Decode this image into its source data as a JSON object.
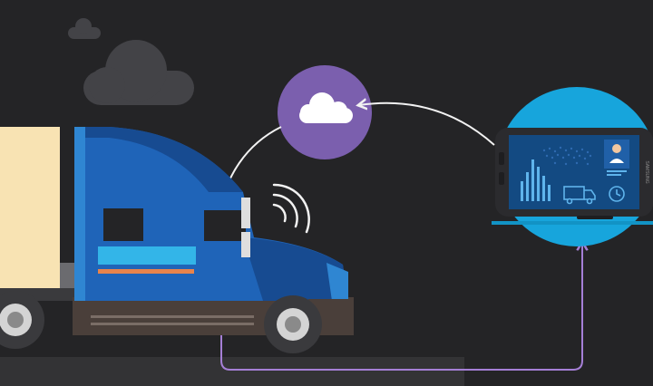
{
  "colors": {
    "background": "#242426",
    "road": "#333335",
    "cloud_dark": "#434347",
    "cloud_circle": "#7b5fae",
    "tablet_circle": "#17a5dc",
    "trailer": "#f8e3b3",
    "truck_blue": "#1f64b8",
    "truck_dark_blue": "#174b91",
    "truck_light_blue": "#2f86d2",
    "stripe_cyan": "#33b5e8",
    "stripe_orange": "#e8844b",
    "connector_white": "#f2f2f2",
    "connector_purple": "#a57fd6"
  },
  "icons": {
    "cloud_sync": "cloud-icon",
    "device": "rugged-tablet",
    "wireless": "signal-waves-icon",
    "vehicle": "semi-truck"
  },
  "tablet": {
    "brand_text": "SAMSUNG"
  }
}
